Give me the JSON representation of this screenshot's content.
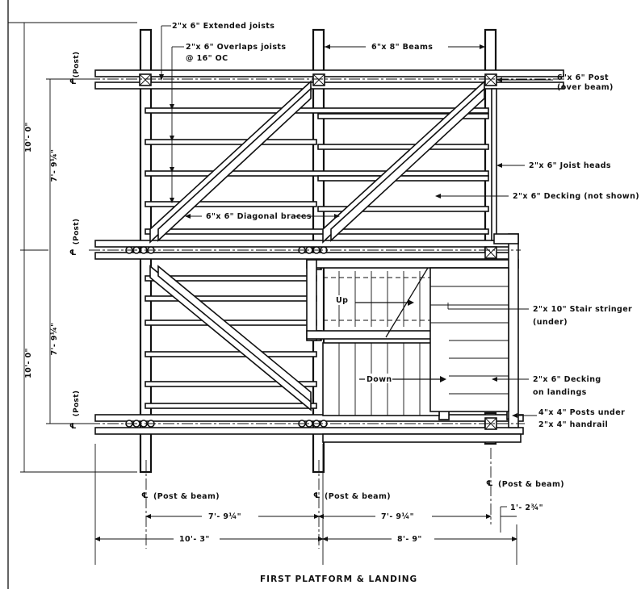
{
  "labels": {
    "extended_joists": "2\"x 6\" Extended joists",
    "overlap_joists": "2\"x 6\" Overlaps joists",
    "overlap_spacing": "@ 16\" OC",
    "beams": "6\"x 8\" Beams",
    "post_over_beam_1": "6\"x 6\" Post",
    "post_over_beam_2": "(over beam)",
    "joist_heads": "2\"x 6\" Joist heads",
    "decking_not_shown": "2\"x 6\" Decking (not shown)",
    "diagonal_braces": "6\"x 6\" Diagonal braces",
    "stair_stringer_1": "2\"x 10\" Stair stringer",
    "stair_stringer_2": "(under)",
    "decking_landings_1": "2\"x 6\" Decking",
    "decking_landings_2": "on landings",
    "posts_handrail_1": "4\"x 4\" Posts under",
    "posts_handrail_2": "2\"x 4\" handrail",
    "up": "Up",
    "down": "Down",
    "post_label": "(Post)",
    "post_beam_label": "(Post & beam)",
    "centerline_symbol": "℄"
  },
  "dimensions": {
    "left_upper": "10'- 0\"",
    "left_lower": "10'- 0\"",
    "inner_upper": "7'- 9¼\"",
    "inner_lower": "7'- 9¼\"",
    "bottom_span_1": "7'- 9¼\"",
    "bottom_span_2": "7'- 9¼\"",
    "bottom_offset": "1'- 2¾\"",
    "overall_1": "10'- 3\"",
    "overall_2": "8'- 9\""
  },
  "title": "FIRST PLATFORM & LANDING"
}
